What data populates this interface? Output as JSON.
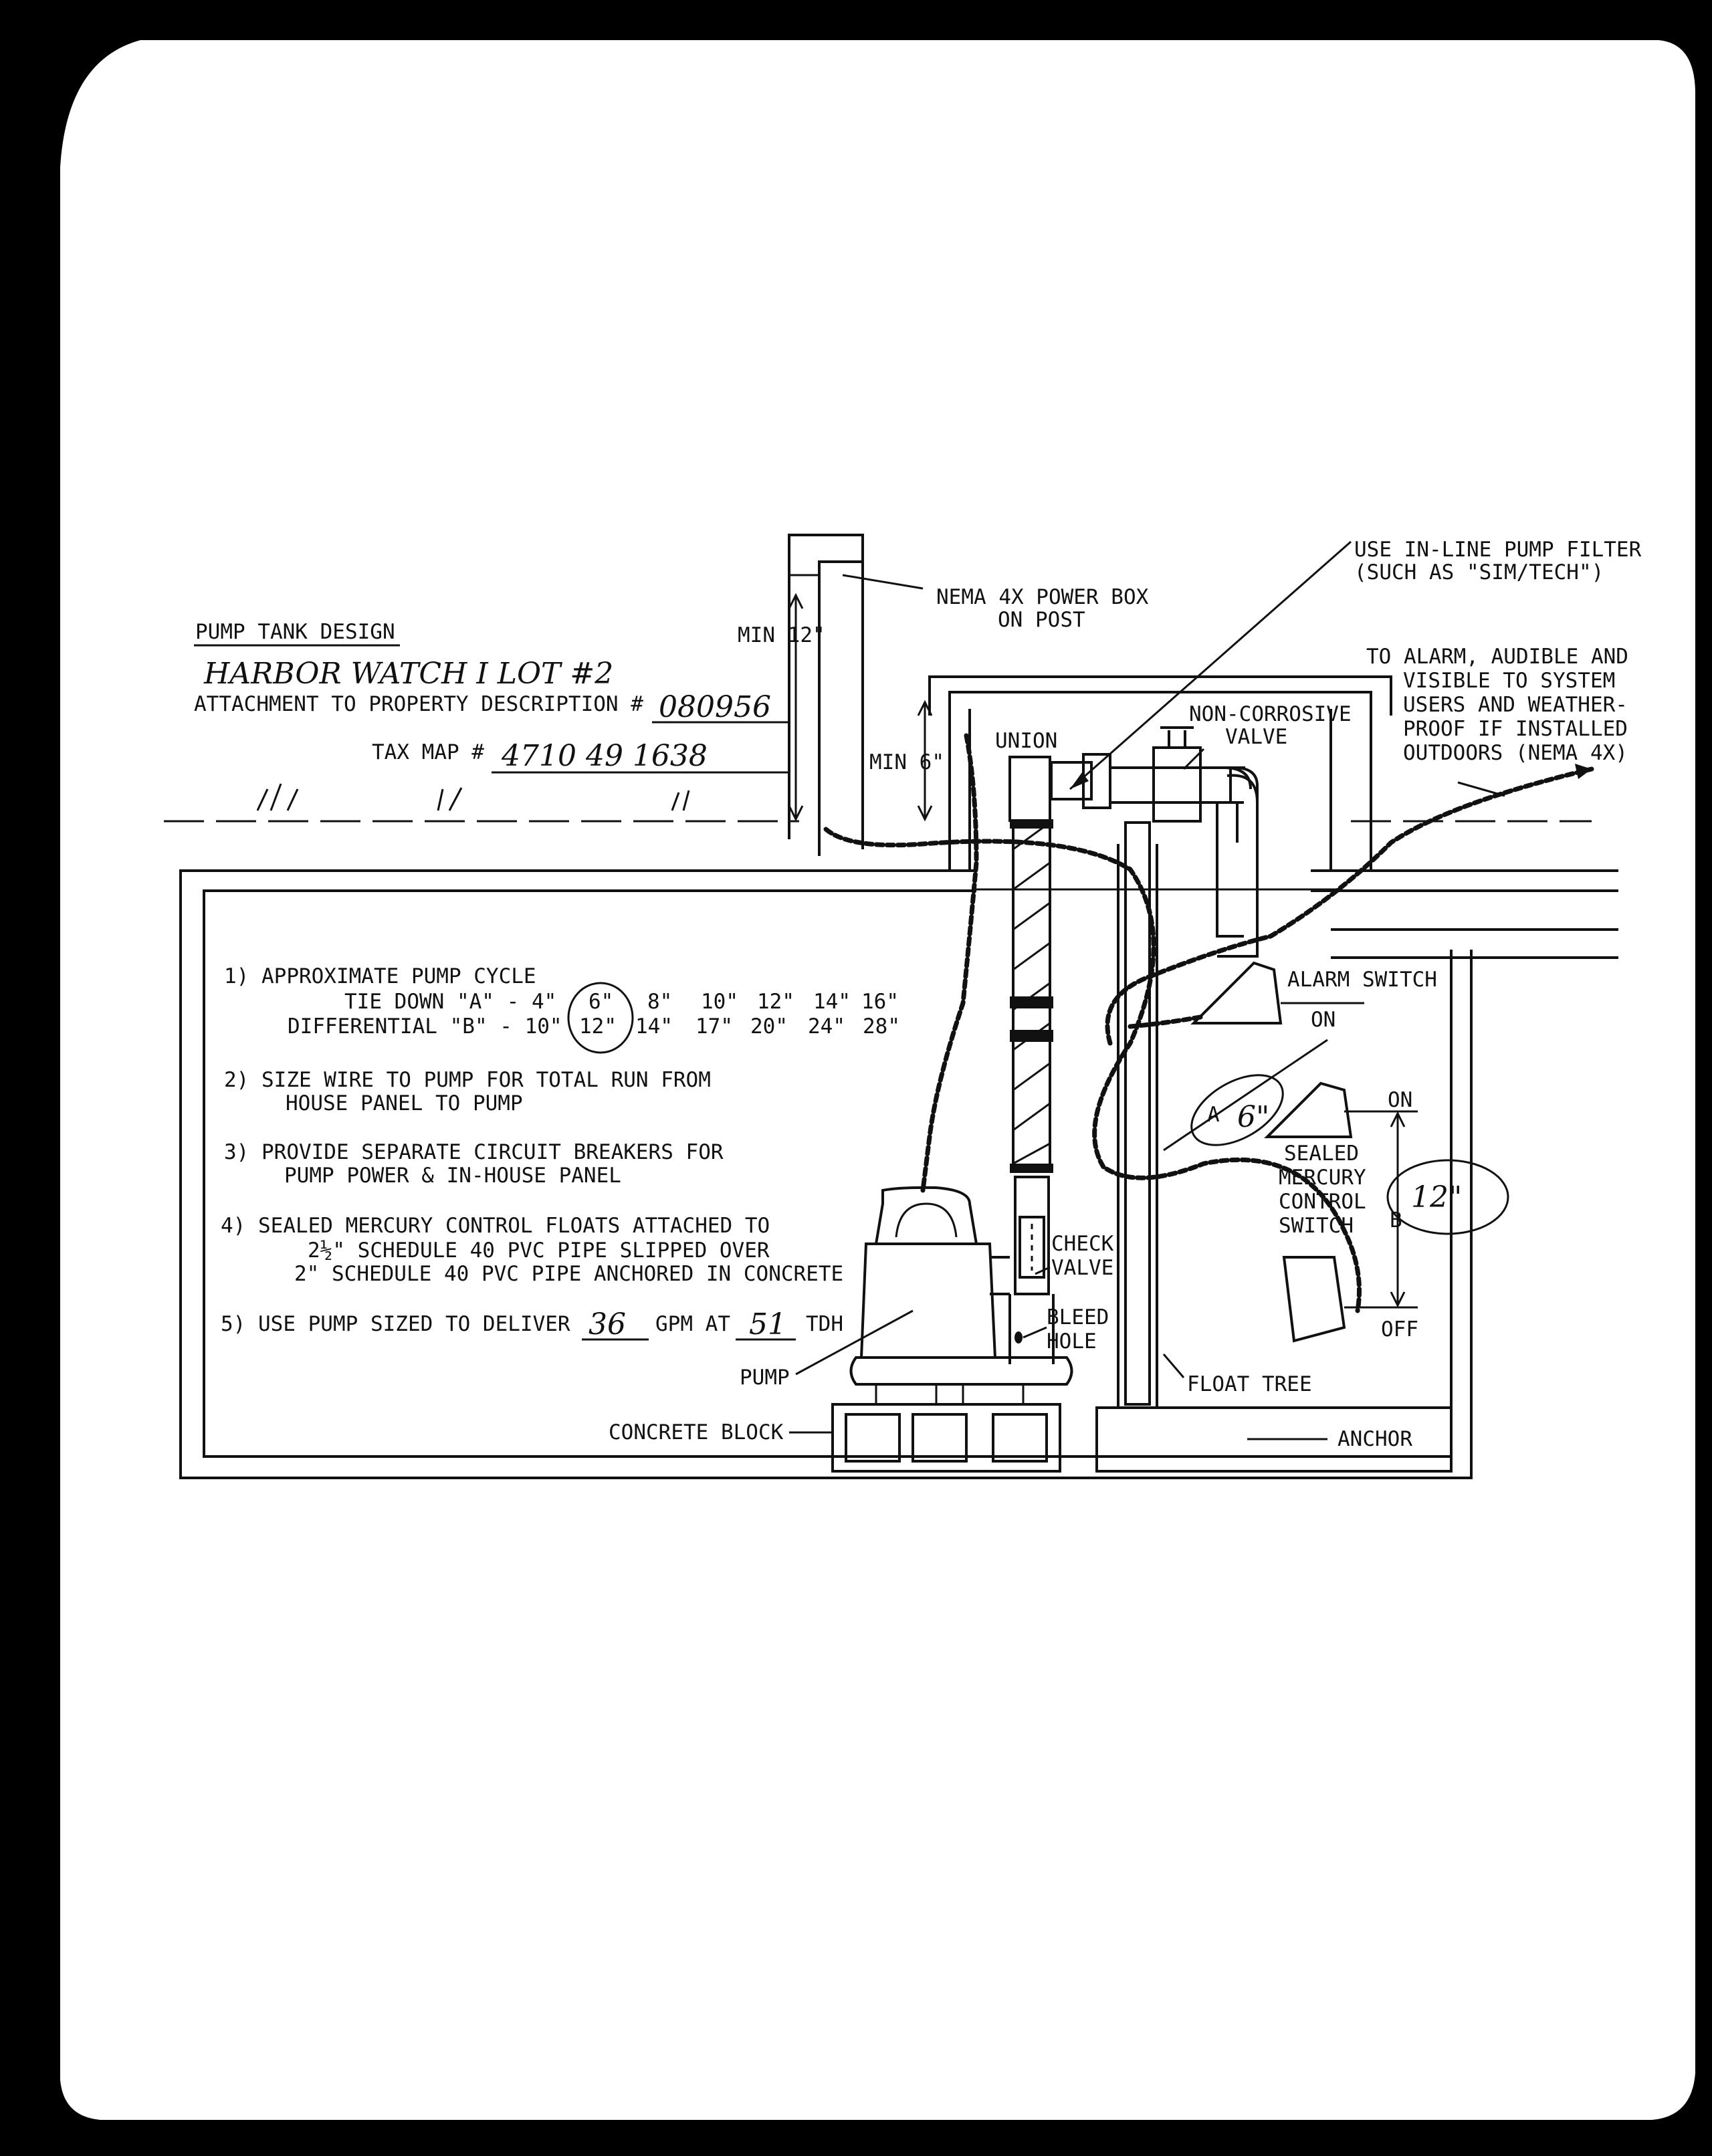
{
  "header": {
    "title": "PUMP TANK DESIGN",
    "project": "HARBOR WATCH I LOT #2",
    "attachment_label": "ATTACHMENT TO PROPERTY DESCRIPTION #",
    "attachment_no": "080956",
    "taxmap_label": "TAX MAP #",
    "taxmap_no": "4710 49 1638"
  },
  "labels": {
    "min12": "MIN 12\"",
    "min6": "MIN 6\"",
    "nema_box_1": "NEMA 4X POWER BOX",
    "nema_box_2": "ON POST",
    "filter_1": "USE IN-LINE PUMP FILTER",
    "filter_2": "(SUCH AS \"SIM/TECH\")",
    "alarm_1": "TO ALARM, AUDIBLE AND",
    "alarm_2": "VISIBLE TO SYSTEM",
    "alarm_3": "USERS AND WEATHER-",
    "alarm_4": "PROOF IF INSTALLED",
    "alarm_5": "OUTDOORS (NEMA 4X)",
    "union": "UNION",
    "ncv_1": "NON-CORROSIVE",
    "ncv_2": "VALVE",
    "alarm_switch": "ALARM SWITCH",
    "on_1": "ON",
    "on_2": "ON",
    "off": "OFF",
    "a_mark": "A",
    "b_mark": "B",
    "a_value": "6\"",
    "b_value": "12\"",
    "sealed_1": "SEALED",
    "sealed_2": "MERCURY",
    "sealed_3": "CONTROL",
    "sealed_4": "SWITCH",
    "check_1": "CHECK",
    "check_2": "VALVE",
    "bleed_1": "BLEED",
    "bleed_2": "HOLE",
    "pump": "PUMP",
    "float_tree": "FLOAT TREE",
    "concrete_block": "CONCRETE BLOCK",
    "anchor": "ANCHOR"
  },
  "notes": {
    "n1": "1) APPROXIMATE PUMP CYCLE",
    "n1a_label": "TIE DOWN \"A\" - 4\"",
    "n1a_values": [
      "6\"",
      "8\"",
      "10\"",
      "12\"",
      "14\"",
      "16\""
    ],
    "n1b_label": "DIFFERENTIAL \"B\" - 10\"",
    "n1b_values": [
      "12\"",
      "14\"",
      "17\"",
      "20\"",
      "24\"",
      "28\""
    ],
    "n2a": "2) SIZE WIRE TO PUMP FOR TOTAL RUN FROM",
    "n2b": "HOUSE PANEL TO PUMP",
    "n3a": "3) PROVIDE SEPARATE CIRCUIT BREAKERS FOR",
    "n3b": "PUMP POWER & IN-HOUSE PANEL",
    "n4a": "4) SEALED MERCURY CONTROL FLOATS ATTACHED TO",
    "n4b": "2½\" SCHEDULE 40 PVC PIPE SLIPPED OVER",
    "n4c": "2\" SCHEDULE 40 PVC PIPE ANCHORED IN CONCRETE",
    "n5_pre": "5) USE PUMP SIZED TO DELIVER",
    "n5_gpm_value": "36",
    "n5_mid": "GPM AT",
    "n5_tdh_value": "51",
    "n5_post": "TDH"
  }
}
